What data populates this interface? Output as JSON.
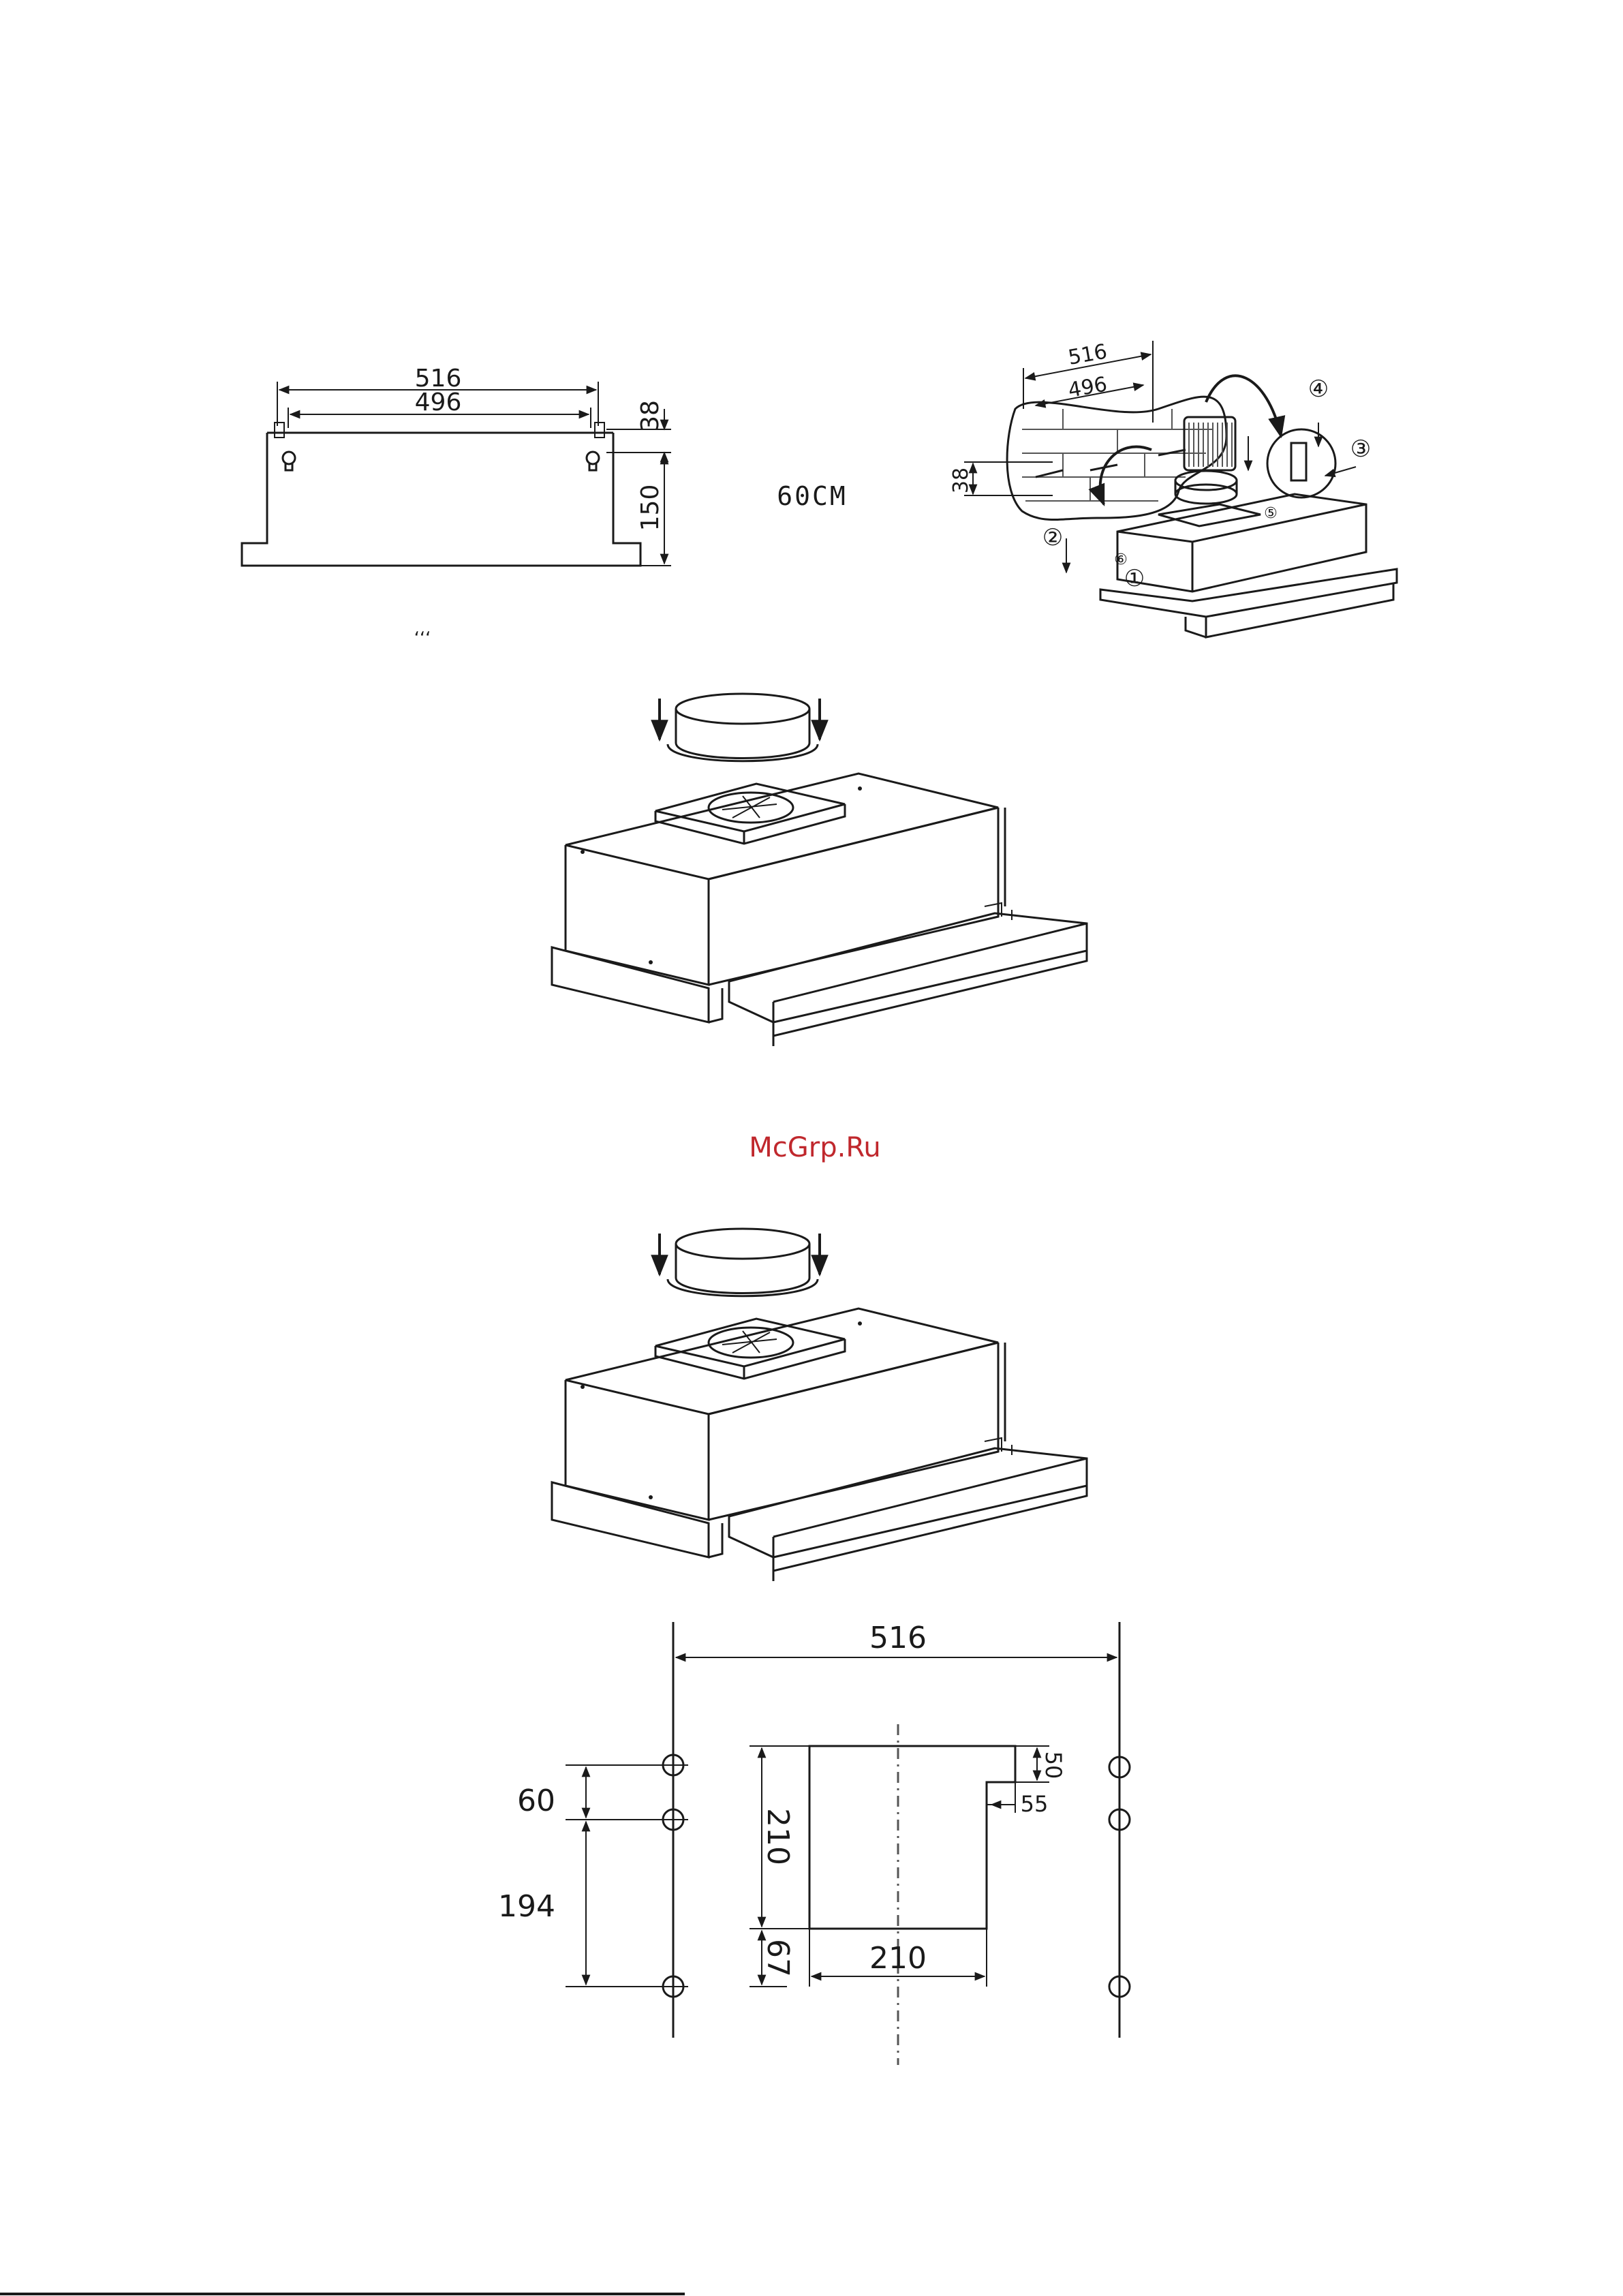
{
  "figure1": {
    "dim_outer": "516",
    "dim_inner": "496",
    "dim_top": "38",
    "dim_height": "150"
  },
  "size_label": "60CM",
  "figure2": {
    "dim_outer": "516",
    "dim_inner": "496",
    "dim_side": "38",
    "callouts": [
      "①",
      "②",
      "③",
      "④",
      "⑤",
      "⑥"
    ]
  },
  "watermark": "McGrp.Ru",
  "figure5": {
    "dim_width": "516",
    "dim_gap": "60",
    "dim_drop": "194",
    "dim_cutout_h": "210",
    "dim_cutout_w": "210",
    "dim_cutout_bottom": "67",
    "dim_notch_h": "50",
    "dim_notch_w": "55"
  }
}
